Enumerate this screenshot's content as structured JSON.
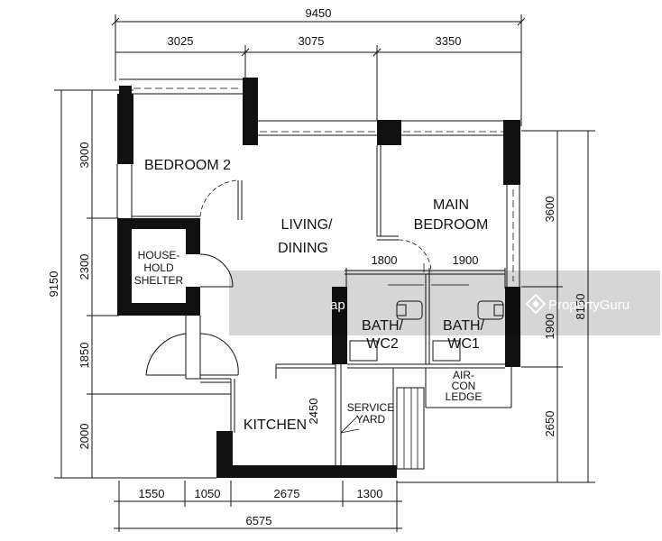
{
  "dimensions": {
    "top_overall": "9450",
    "top_segments": [
      "3025",
      "3075",
      "3350"
    ],
    "left_overall": "9150",
    "left_segments": [
      "3000",
      "2300",
      "1850",
      "2000"
    ],
    "right_overall": "8150",
    "right_segments": [
      "3600",
      "1900",
      "2650"
    ],
    "bottom_overall": "6575",
    "bottom_segments": [
      "1550",
      "1050",
      "2675",
      "1300"
    ],
    "inner_1800": "1800",
    "inner_1900": "1900",
    "kitchen_2450": "2450"
  },
  "rooms": {
    "bedroom2": "BEDROOM 2",
    "household_1": "HOUSE-",
    "household_2": "HOLD",
    "household_3": "SHELTER",
    "living_1": "LIVING/",
    "living_2": "DINING",
    "main_bed_1": "MAIN",
    "main_bed_2": "BEDROOM",
    "bath2_1": "BATH/",
    "bath2_2": "WC2",
    "bath1_1": "BATH/",
    "bath1_2": "WC1",
    "aircon_1": "AIR-",
    "aircon_2": "CON",
    "aircon_3": "LEDGE",
    "kitchen": "KITCHEN",
    "service_1": "SERVICE",
    "service_2": "YARD"
  },
  "watermark": {
    "brand": "PropertyGuru",
    "partial": "ap"
  }
}
